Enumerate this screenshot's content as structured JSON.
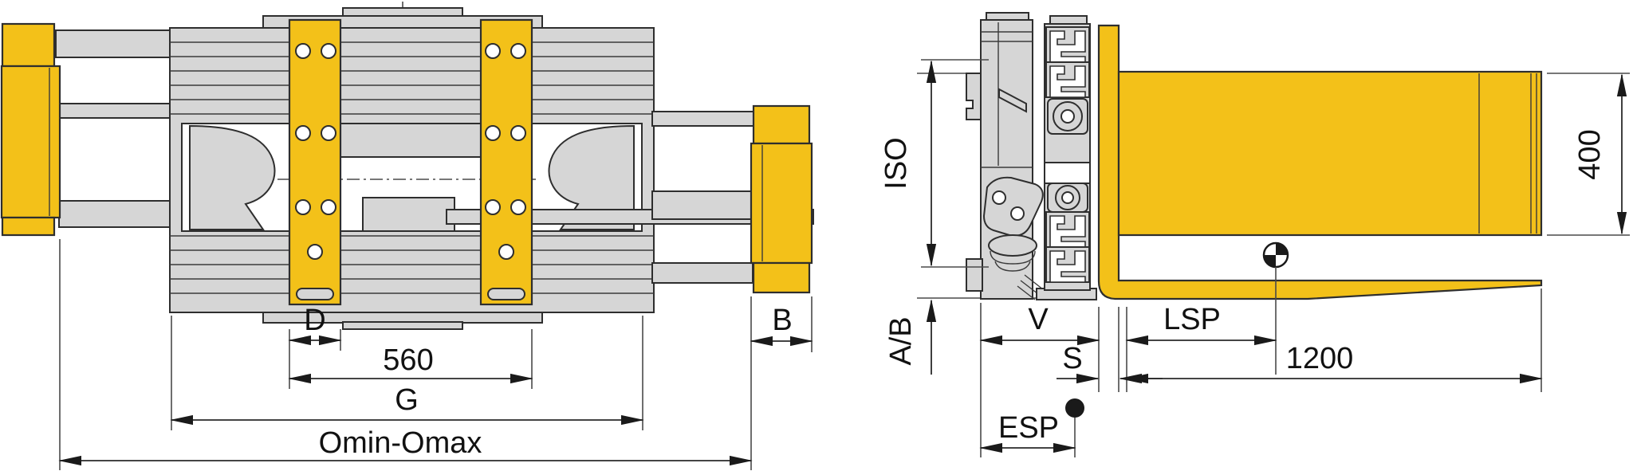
{
  "diagram": {
    "subject": "fork positioner attachment technical drawing",
    "colors": {
      "accent_yellow": "#F3C119",
      "metal_gray": "#D6D6D6",
      "line": "#2E2E2E"
    },
    "front_view": {
      "dims": {
        "d": "D",
        "spread": "560",
        "g": "G",
        "opening": "Omin-Omax",
        "b": "B"
      }
    },
    "side_view": {
      "dims": {
        "iso": "ISO",
        "ab": "A/B",
        "v": "V",
        "s": "S",
        "esp": "ESP",
        "lsp": "LSP",
        "fork_length": "1200",
        "arm_height": "400"
      },
      "symbols": {
        "center_of_gravity": "cg",
        "pivot": "dot"
      }
    }
  }
}
